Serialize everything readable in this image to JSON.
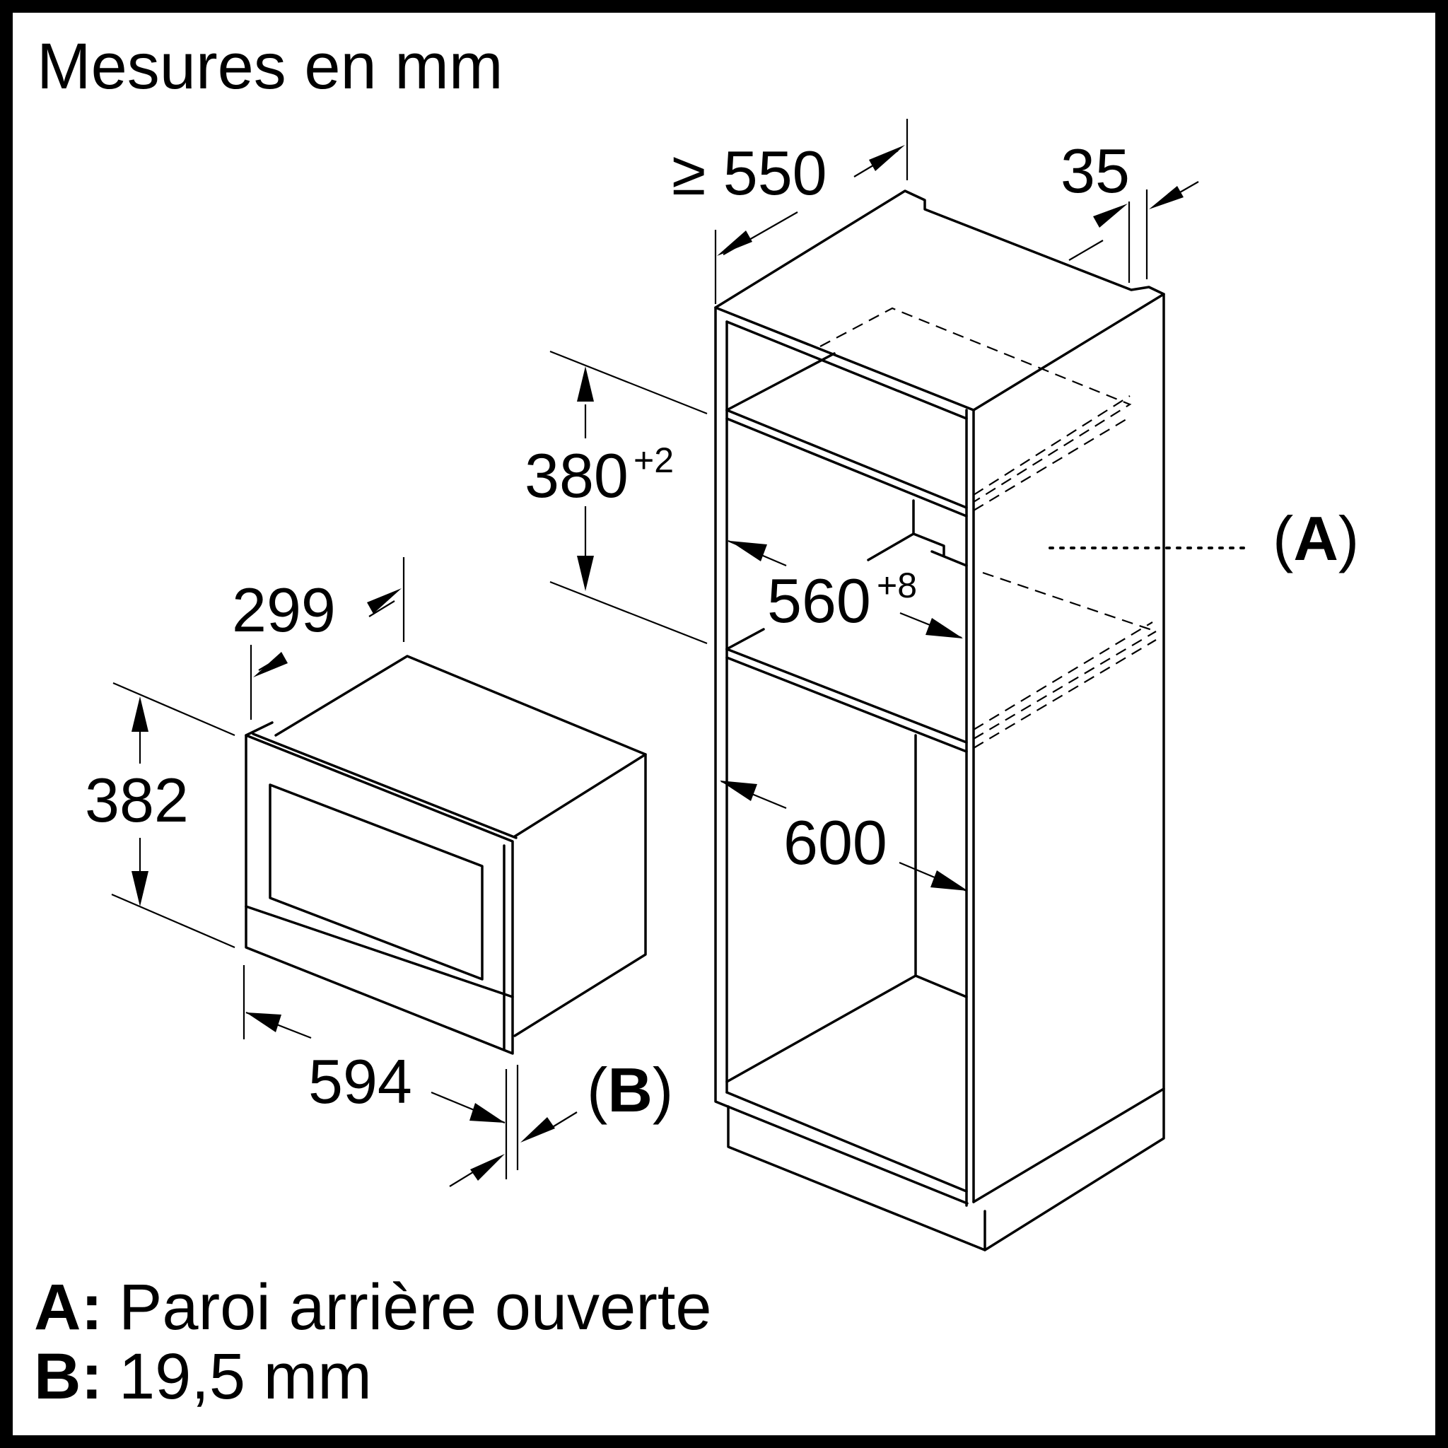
{
  "title": "Mesures en mm",
  "dimensions": {
    "niche_depth": "≥ 550",
    "top_offset": "35",
    "niche_height": "380",
    "niche_height_tol": "+2",
    "niche_width": "560",
    "niche_width_tol": "+8",
    "cabinet_width": "600",
    "appliance_depth": "299",
    "appliance_height": "382",
    "appliance_width": "594"
  },
  "callouts": {
    "a": {
      "open": "(",
      "key": "A",
      "close": ")"
    },
    "b": {
      "open": "(",
      "key": "B",
      "close": ")"
    }
  },
  "legend": [
    {
      "key": "A:",
      "text": "Paroi arrière ouverte"
    },
    {
      "key": "B:",
      "text": "19,5 mm"
    }
  ]
}
